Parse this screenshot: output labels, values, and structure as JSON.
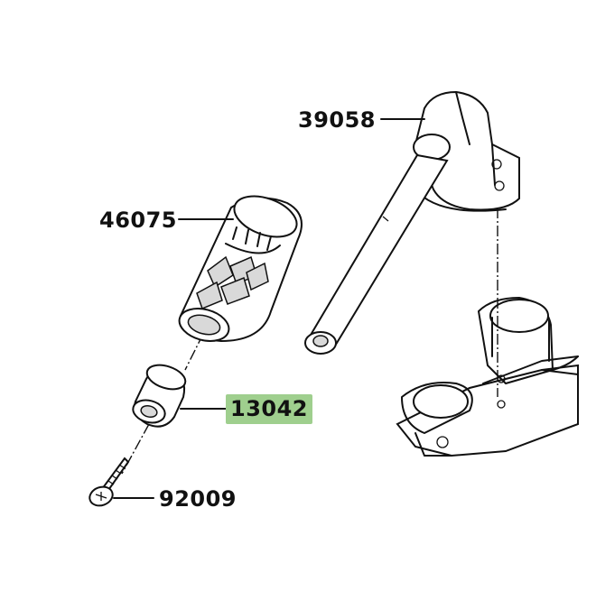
{
  "labels": {
    "part_39058": "39058",
    "part_46075": "46075",
    "part_13042": "13042",
    "part_92009": "92009"
  },
  "colors": {
    "highlight": "#9fcf8e",
    "line": "#111111",
    "background": "#ffffff"
  },
  "highlighted_part": "13042"
}
